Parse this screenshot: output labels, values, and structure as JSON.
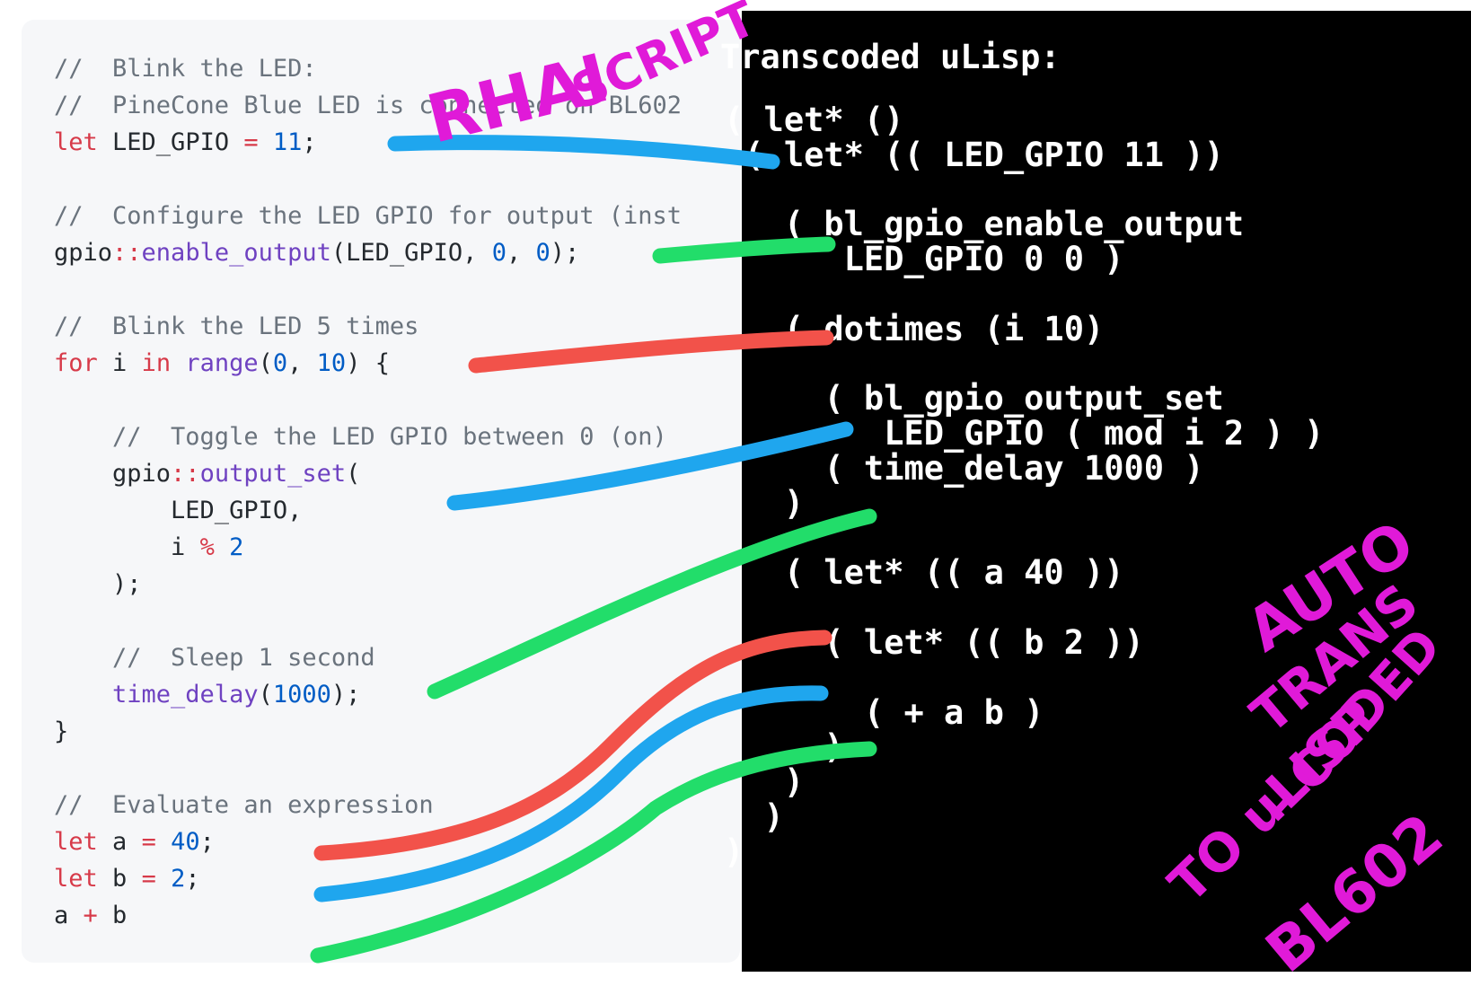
{
  "rhai_script": {
    "lines": [
      [
        {
          "t": "//  Blink the LED:",
          "c": "comment"
        }
      ],
      [
        {
          "t": "//  PineCone Blue LED is connected on BL602",
          "c": "comment"
        }
      ],
      [
        {
          "t": "let",
          "c": "kw"
        },
        {
          "t": " LED_GPIO ",
          "c": "plain"
        },
        {
          "t": "=",
          "c": "op"
        },
        {
          "t": " ",
          "c": "plain"
        },
        {
          "t": "11",
          "c": "num"
        },
        {
          "t": ";",
          "c": "plain"
        }
      ],
      [],
      [
        {
          "t": "//  Configure the LED GPIO for output (inst",
          "c": "comment"
        }
      ],
      [
        {
          "t": "gpio",
          "c": "plain"
        },
        {
          "t": "::",
          "c": "op"
        },
        {
          "t": "enable_output",
          "c": "fn"
        },
        {
          "t": "(LED_GPIO, ",
          "c": "plain"
        },
        {
          "t": "0",
          "c": "num"
        },
        {
          "t": ", ",
          "c": "plain"
        },
        {
          "t": "0",
          "c": "num"
        },
        {
          "t": ");",
          "c": "plain"
        }
      ],
      [],
      [
        {
          "t": "//  Blink the LED 5 times",
          "c": "comment"
        }
      ],
      [
        {
          "t": "for",
          "c": "kw"
        },
        {
          "t": " i ",
          "c": "plain"
        },
        {
          "t": "in",
          "c": "kw"
        },
        {
          "t": " ",
          "c": "plain"
        },
        {
          "t": "range",
          "c": "fn"
        },
        {
          "t": "(",
          "c": "plain"
        },
        {
          "t": "0",
          "c": "num"
        },
        {
          "t": ", ",
          "c": "plain"
        },
        {
          "t": "10",
          "c": "num"
        },
        {
          "t": ") {",
          "c": "plain"
        }
      ],
      [],
      [
        {
          "t": "    //  Toggle the LED GPIO between 0 (on)",
          "c": "comment"
        }
      ],
      [
        {
          "t": "    gpio",
          "c": "plain"
        },
        {
          "t": "::",
          "c": "op"
        },
        {
          "t": "output_set",
          "c": "fn"
        },
        {
          "t": "(",
          "c": "plain"
        }
      ],
      [
        {
          "t": "        LED_GPIO,",
          "c": "plain"
        }
      ],
      [
        {
          "t": "        i ",
          "c": "plain"
        },
        {
          "t": "%",
          "c": "op"
        },
        {
          "t": " ",
          "c": "plain"
        },
        {
          "t": "2",
          "c": "num"
        }
      ],
      [
        {
          "t": "    );",
          "c": "plain"
        }
      ],
      [],
      [
        {
          "t": "    //  Sleep 1 second",
          "c": "comment"
        }
      ],
      [
        {
          "t": "    time_delay",
          "c": "fn"
        },
        {
          "t": "(",
          "c": "plain"
        },
        {
          "t": "1000",
          "c": "num"
        },
        {
          "t": ");",
          "c": "plain"
        }
      ],
      [
        {
          "t": "}",
          "c": "plain"
        }
      ],
      [],
      [
        {
          "t": "//  Evaluate an expression",
          "c": "comment"
        }
      ],
      [
        {
          "t": "let",
          "c": "kw"
        },
        {
          "t": " a ",
          "c": "plain"
        },
        {
          "t": "=",
          "c": "op"
        },
        {
          "t": " ",
          "c": "plain"
        },
        {
          "t": "40",
          "c": "num"
        },
        {
          "t": ";",
          "c": "plain"
        }
      ],
      [
        {
          "t": "let",
          "c": "kw"
        },
        {
          "t": " b ",
          "c": "plain"
        },
        {
          "t": "=",
          "c": "op"
        },
        {
          "t": " ",
          "c": "plain"
        },
        {
          "t": "2",
          "c": "num"
        },
        {
          "t": ";",
          "c": "plain"
        }
      ],
      [
        {
          "t": "a ",
          "c": "plain"
        },
        {
          "t": "+",
          "c": "op"
        },
        {
          "t": " b",
          "c": "plain"
        }
      ]
    ]
  },
  "ulisp": {
    "title": "Transcoded uLisp:",
    "lines": [
      "( let* ()",
      " ( let* (( LED_GPIO 11 ))",
      "",
      "   ( bl_gpio_enable_output",
      "      LED_GPIO 0 0 )",
      "",
      "   ( dotimes (i 10)",
      "",
      "     ( bl_gpio_output_set",
      "        LED_GPIO ( mod i 2 ) )",
      "     ( time_delay 1000 )",
      "   )",
      "",
      "   ( let* (( a 40 ))",
      "",
      "     ( let* (( b 2 ))",
      "",
      "       ( + a b )",
      "     )",
      "   )",
      "  )",
      ")"
    ]
  },
  "annotations": {
    "top_label_1": "RHAI",
    "top_label_2": "SCRIPT",
    "side_label_1": "AUTO",
    "side_label_2": "TRANS",
    "side_label_3": "- CODED",
    "side_label_4": "TO uLISP",
    "side_label_5": "BL602",
    "color": "#e01ad8"
  },
  "connector_colors": {
    "blue": "#1fa6ee",
    "green": "#22dd6a",
    "red": "#f2524a"
  }
}
